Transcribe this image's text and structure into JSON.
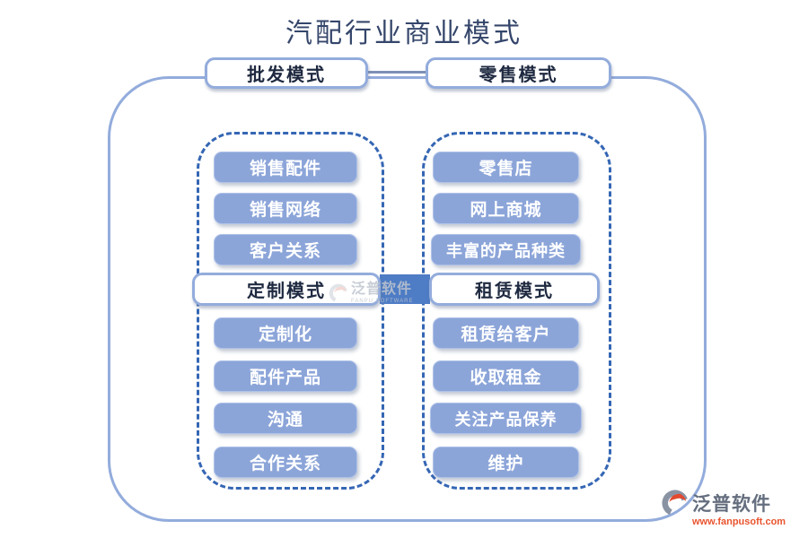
{
  "title": {
    "text": "汽配行业商业模式"
  },
  "sections": {
    "wholesale": {
      "label": "批发模式",
      "items": [
        "销售配件",
        "销售网络",
        "客户关系"
      ]
    },
    "retail": {
      "label": "零售模式",
      "items": [
        "零售店",
        "网上商城",
        "丰富的产品种类"
      ]
    },
    "custom": {
      "label": "定制模式",
      "items": [
        "定制化",
        "配件产品",
        "沟通",
        "合作关系"
      ]
    },
    "lease": {
      "label": "租赁模式",
      "items": [
        "租赁给客户",
        "收取租金",
        "关注产品保养",
        "维护"
      ]
    }
  },
  "watermark": {
    "text": "泛普软件",
    "subtext": "FANPU SOFTWARE"
  },
  "logo": {
    "name": "泛普软件",
    "url": "www.fanpusoft.com"
  },
  "colors": {
    "title_color": "#35466B",
    "header_text": "#1E2940",
    "frame_border": "#93ACDC",
    "dash_border": "#3566B4",
    "node_fill": "#8CA5D9",
    "node_border": "#AFC2E8",
    "connector_line": "#7D90B6",
    "connector_fill": "#4E7CC5",
    "watermark_color": "#BFC5CF",
    "logo_name_color": "#646E7E",
    "logo_url_color": "#E8542E"
  }
}
